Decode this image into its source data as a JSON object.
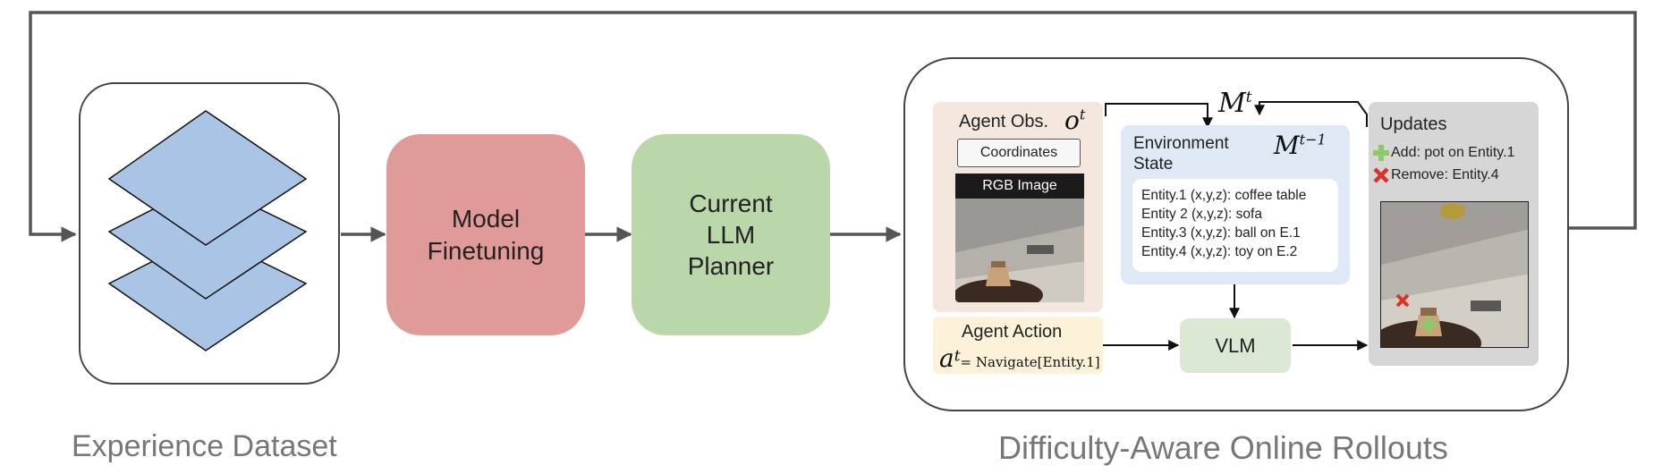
{
  "labels": {
    "experience_dataset": "Experience Dataset",
    "model_finetuning_line1": "Model",
    "model_finetuning_line2": "Finetuning",
    "planner_line1": "Current",
    "planner_line2": "LLM",
    "planner_line3": "Planner",
    "rollouts_title": "Difficulty-Aware Online Rollouts"
  },
  "agent_obs": {
    "title": "Agent Obs.",
    "symbol": "o",
    "symbol_sup": "t",
    "coordinates": "Coordinates",
    "rgb_image": "RGB Image"
  },
  "memory": {
    "symbol": "M",
    "symbol_sup": "t"
  },
  "environment_state": {
    "title_line1": "Environment",
    "title_line2": "State",
    "symbol": "M",
    "symbol_sup": "t−1",
    "entities": [
      "Entity.1 (x,y,z): coffee table",
      "Entity 2 (x,y,z): sofa",
      "Entity.3 (x,y,z): ball on E.1",
      "Entity.4 (x,y,z): toy on E.2"
    ]
  },
  "agent_action": {
    "title": "Agent Action",
    "symbol": "a",
    "symbol_sup": "t",
    "value": "= Navigate[Entity.1]"
  },
  "vlm": {
    "label": "VLM"
  },
  "updates": {
    "title": "Updates",
    "add": "Add: pot on Entity.1",
    "remove": "Remove: Entity.4"
  },
  "colors": {
    "layer_fill": "#a9c4e4",
    "finetune_fill": "#e09a98",
    "planner_fill": "#b9d7a8",
    "obs_fill": "#f4e7de",
    "env_fill": "#dfe8f5",
    "action_fill": "#fbf2d9",
    "vlm_fill": "#dbe9d4",
    "updates_fill": "#d6d6d6",
    "arrow": "#555555",
    "add_icon": "#8dc96a",
    "remove_icon": "#d9342b"
  }
}
